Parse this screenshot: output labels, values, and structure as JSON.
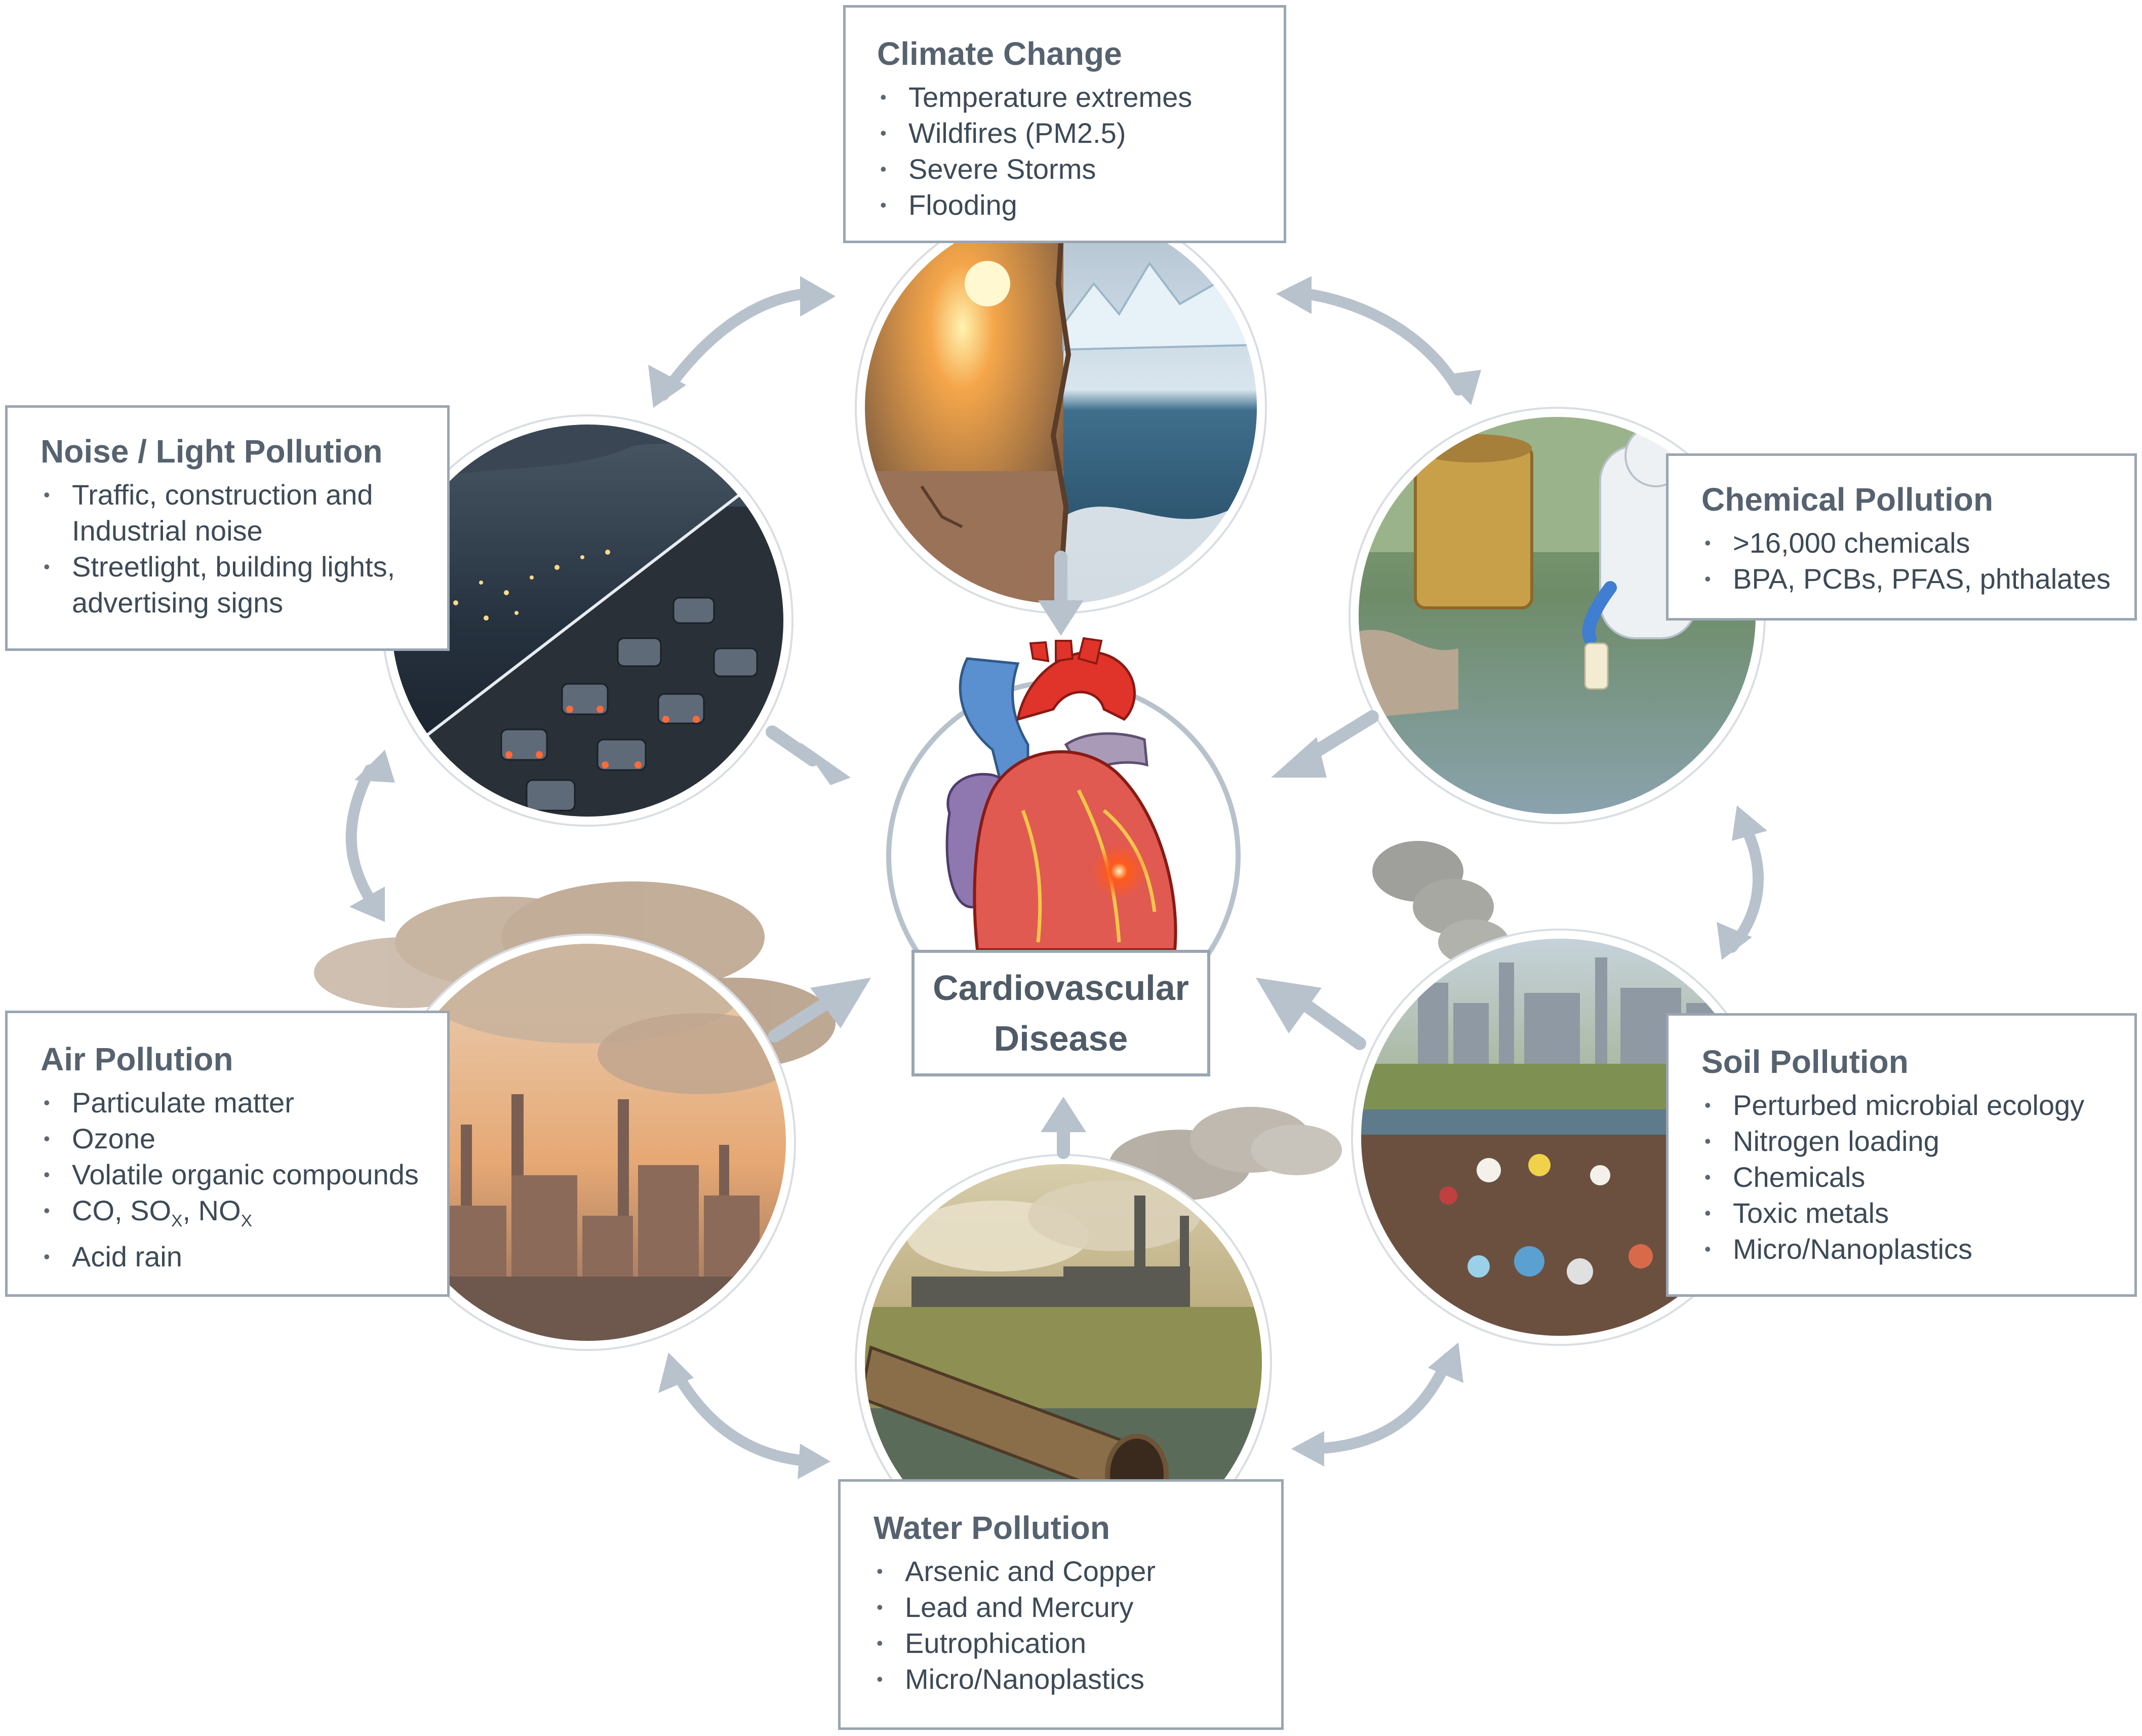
{
  "center": {
    "line1": "Cardiovascular",
    "line2": "Disease"
  },
  "climate": {
    "title": "Climate Change",
    "items": [
      "Temperature extremes",
      "Wildfires (PM2.5)",
      "Severe Storms",
      "Flooding"
    ]
  },
  "chemical": {
    "title": "Chemical Pollution",
    "items": [
      ">16,000 chemicals",
      "BPA, PCBs, PFAS, phthalates"
    ]
  },
  "noise": {
    "title": "Noise / Light Pollution",
    "items": [
      {
        "line1": "Traffic, construction and",
        "line2": "Industrial noise"
      },
      {
        "line1": "Streetlight, building lights,",
        "line2": "advertising signs"
      }
    ]
  },
  "air": {
    "title": "Air Pollution",
    "items": [
      "Particulate matter",
      "Ozone",
      "Volatile organic compounds"
    ],
    "gases": {
      "co": "CO, SO",
      "x1": "X",
      "sep": ", NO",
      "x2": "X"
    },
    "last": "Acid rain"
  },
  "soil": {
    "title": "Soil Pollution",
    "items": [
      "Perturbed microbial ecology",
      "Nitrogen loading",
      "Chemicals",
      "Toxic metals",
      "Micro/Nanoplastics"
    ]
  },
  "water": {
    "title": "Water Pollution",
    "items": [
      "Arsenic and Copper",
      "Lead and Mercury",
      "Eutrophication",
      "Micro/Nanoplastics"
    ]
  },
  "colors": {
    "arrow": "#b8c2cc",
    "border": "#9aa6b2",
    "title": "#56626f",
    "text": "#3d4a57"
  }
}
